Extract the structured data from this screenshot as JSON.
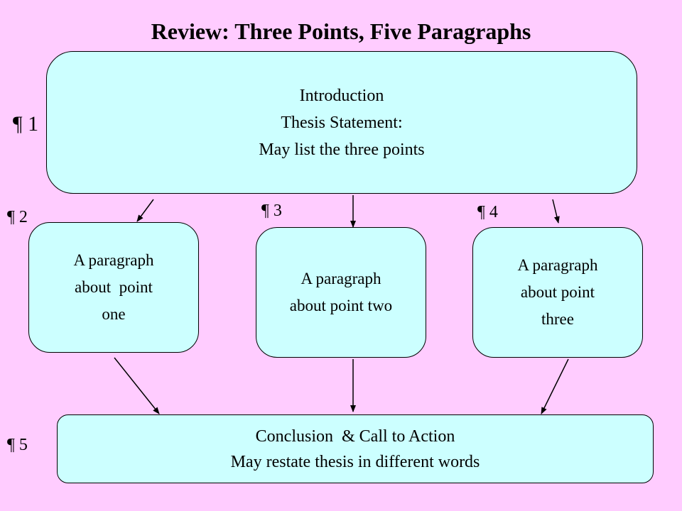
{
  "title": "Review: Three Points, Five Paragraphs",
  "colors": {
    "background": "#FFCCFF",
    "box_fill": "#CCFFFF",
    "stroke": "#000000"
  },
  "introduction": {
    "lines": [
      "Introduction",
      "Thesis Statement:",
      "May list the three points"
    ]
  },
  "body_paragraphs": [
    {
      "lines": [
        "A paragraph",
        "about  point",
        "one"
      ]
    },
    {
      "lines": [
        "A paragraph",
        "about point two"
      ]
    },
    {
      "lines": [
        "A paragraph",
        "about point",
        "three"
      ]
    }
  ],
  "conclusion": {
    "lines": [
      "Conclusion  & Call to Action",
      "May restate thesis in different words"
    ]
  },
  "paragraph_labels": [
    "¶ 1",
    "¶ 2",
    "¶ 3",
    "¶ 4",
    "¶ 5"
  ]
}
